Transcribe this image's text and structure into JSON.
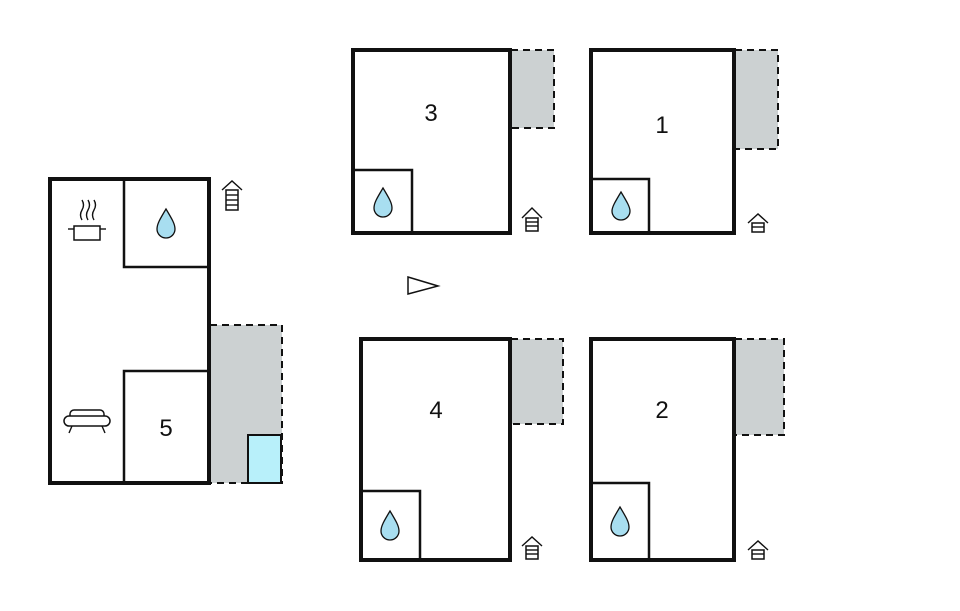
{
  "rooms": [
    {
      "id": "5",
      "label": "5"
    },
    {
      "id": "3",
      "label": "3"
    },
    {
      "id": "1",
      "label": "1"
    },
    {
      "id": "4",
      "label": "4"
    },
    {
      "id": "2",
      "label": "2"
    }
  ],
  "colors": {
    "walls": "#111111",
    "terrace": "#ccd1d2",
    "water": "#a8def0",
    "pool": "#b8f0fa",
    "background": "#ffffff"
  },
  "icons": [
    "water-drop-icon",
    "cooking-pot-icon",
    "sofa-icon",
    "stairs-icon",
    "entrance-icon",
    "north-arrow-icon"
  ]
}
